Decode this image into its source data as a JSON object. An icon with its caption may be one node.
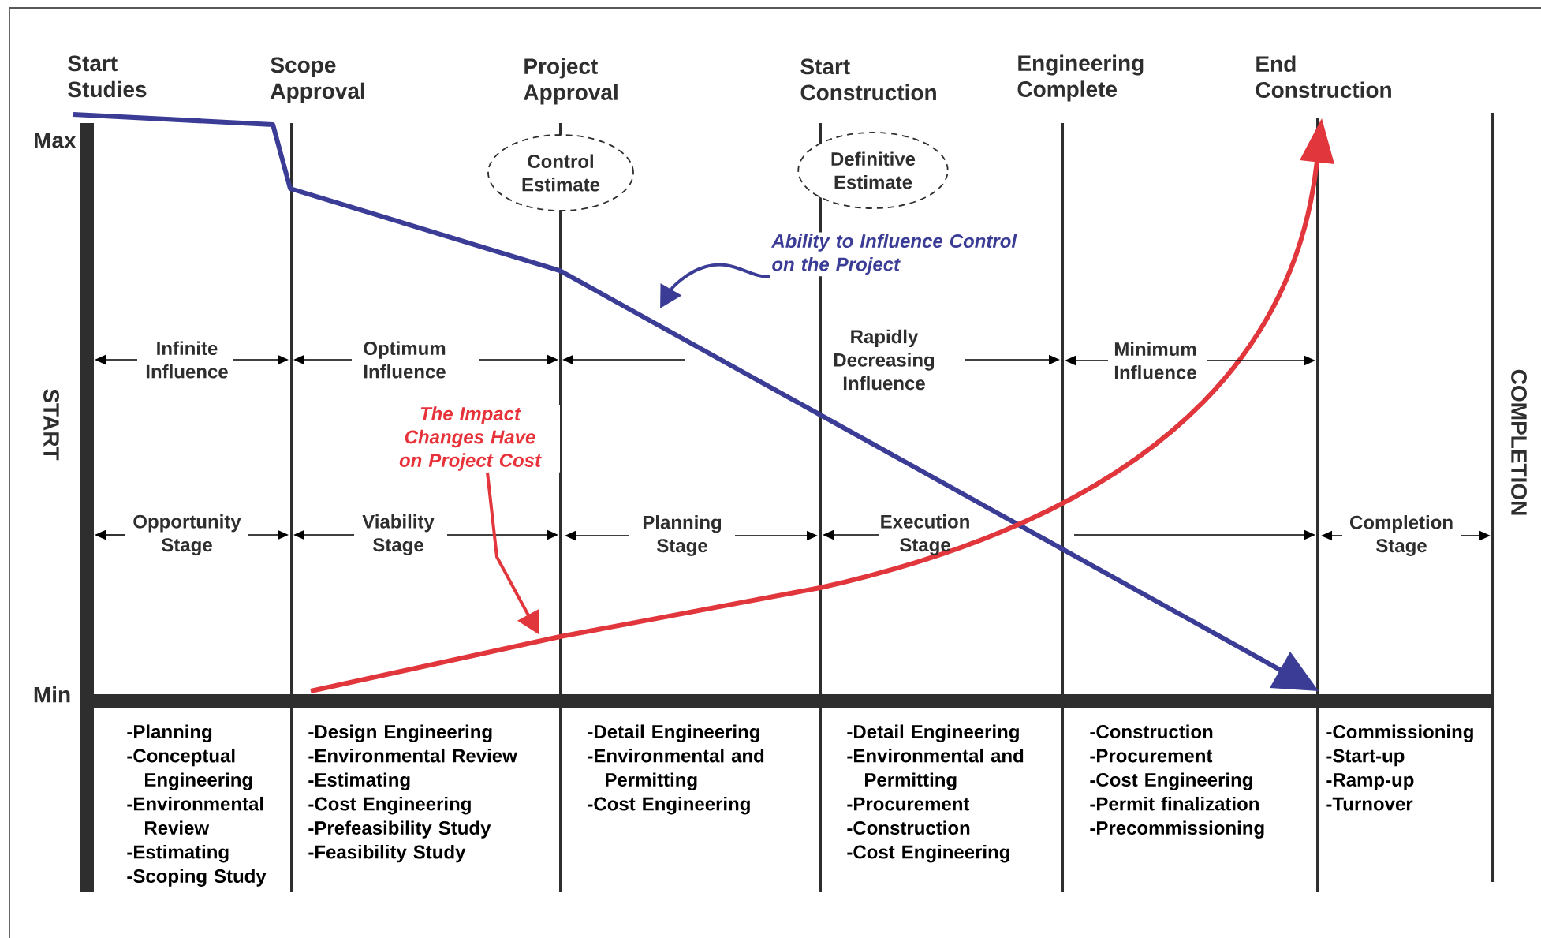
{
  "diagram": {
    "nodes": [
      {
        "text": [
          "Control Estimate"
        ]
      },
      {
        "text": [
          "Definitive Estimate"
        ]
      },
      {
        "text": [
          "Ability to Influence Control on the Project"
        ]
      },
      {
        "text": [
          "The Impact Changes Have on Project Cost"
        ]
      }
    ],
    "edges": [
      {
        "from": 2,
        "to": null,
        "arrow": "to",
        "color": "#3b3c95"
      },
      {
        "from": 3,
        "to": null,
        "arrow": "to",
        "color": "#e0363c"
      }
    ],
    "labels": [
      "Start Studies",
      "Scope Approval",
      "Project Approval",
      "Start Construction",
      "Engineering Complete",
      "End Construction",
      "Max",
      "Infinite Influence",
      "Optimum Influence",
      "Rapidly Decreasing Influence",
      "Minimum Influence",
      "START",
      "COMPLETION",
      "Opportunity Stage",
      "Viability Stage",
      "Planning Stage",
      "Execution Stage",
      "Completion Stage",
      "Min",
      "-Planning",
      "-Conceptual Engineering",
      "-Environmental Review",
      "-Estimating",
      "-Scoping Study",
      "-Design Engineering",
      "-Environmental Review",
      "-Estimating",
      "-Cost Engineering",
      "-Prefeasibility Study",
      "-Feasibility Study",
      "-Detail Engineering",
      "-Environmental and Permitting",
      "-Cost Engineering",
      "-Detail Engineering",
      "-Environmental and Permitting",
      "-Procurement",
      "-Construction",
      "-Cost Engineering",
      "-Construction",
      "-Procurement",
      "-Cost Engineering",
      "-Permit finalization",
      "-Precommissioning",
      "-Commissioning",
      "-Start-up",
      "-Ramp-up",
      "-Turnover"
    ]
  }
}
